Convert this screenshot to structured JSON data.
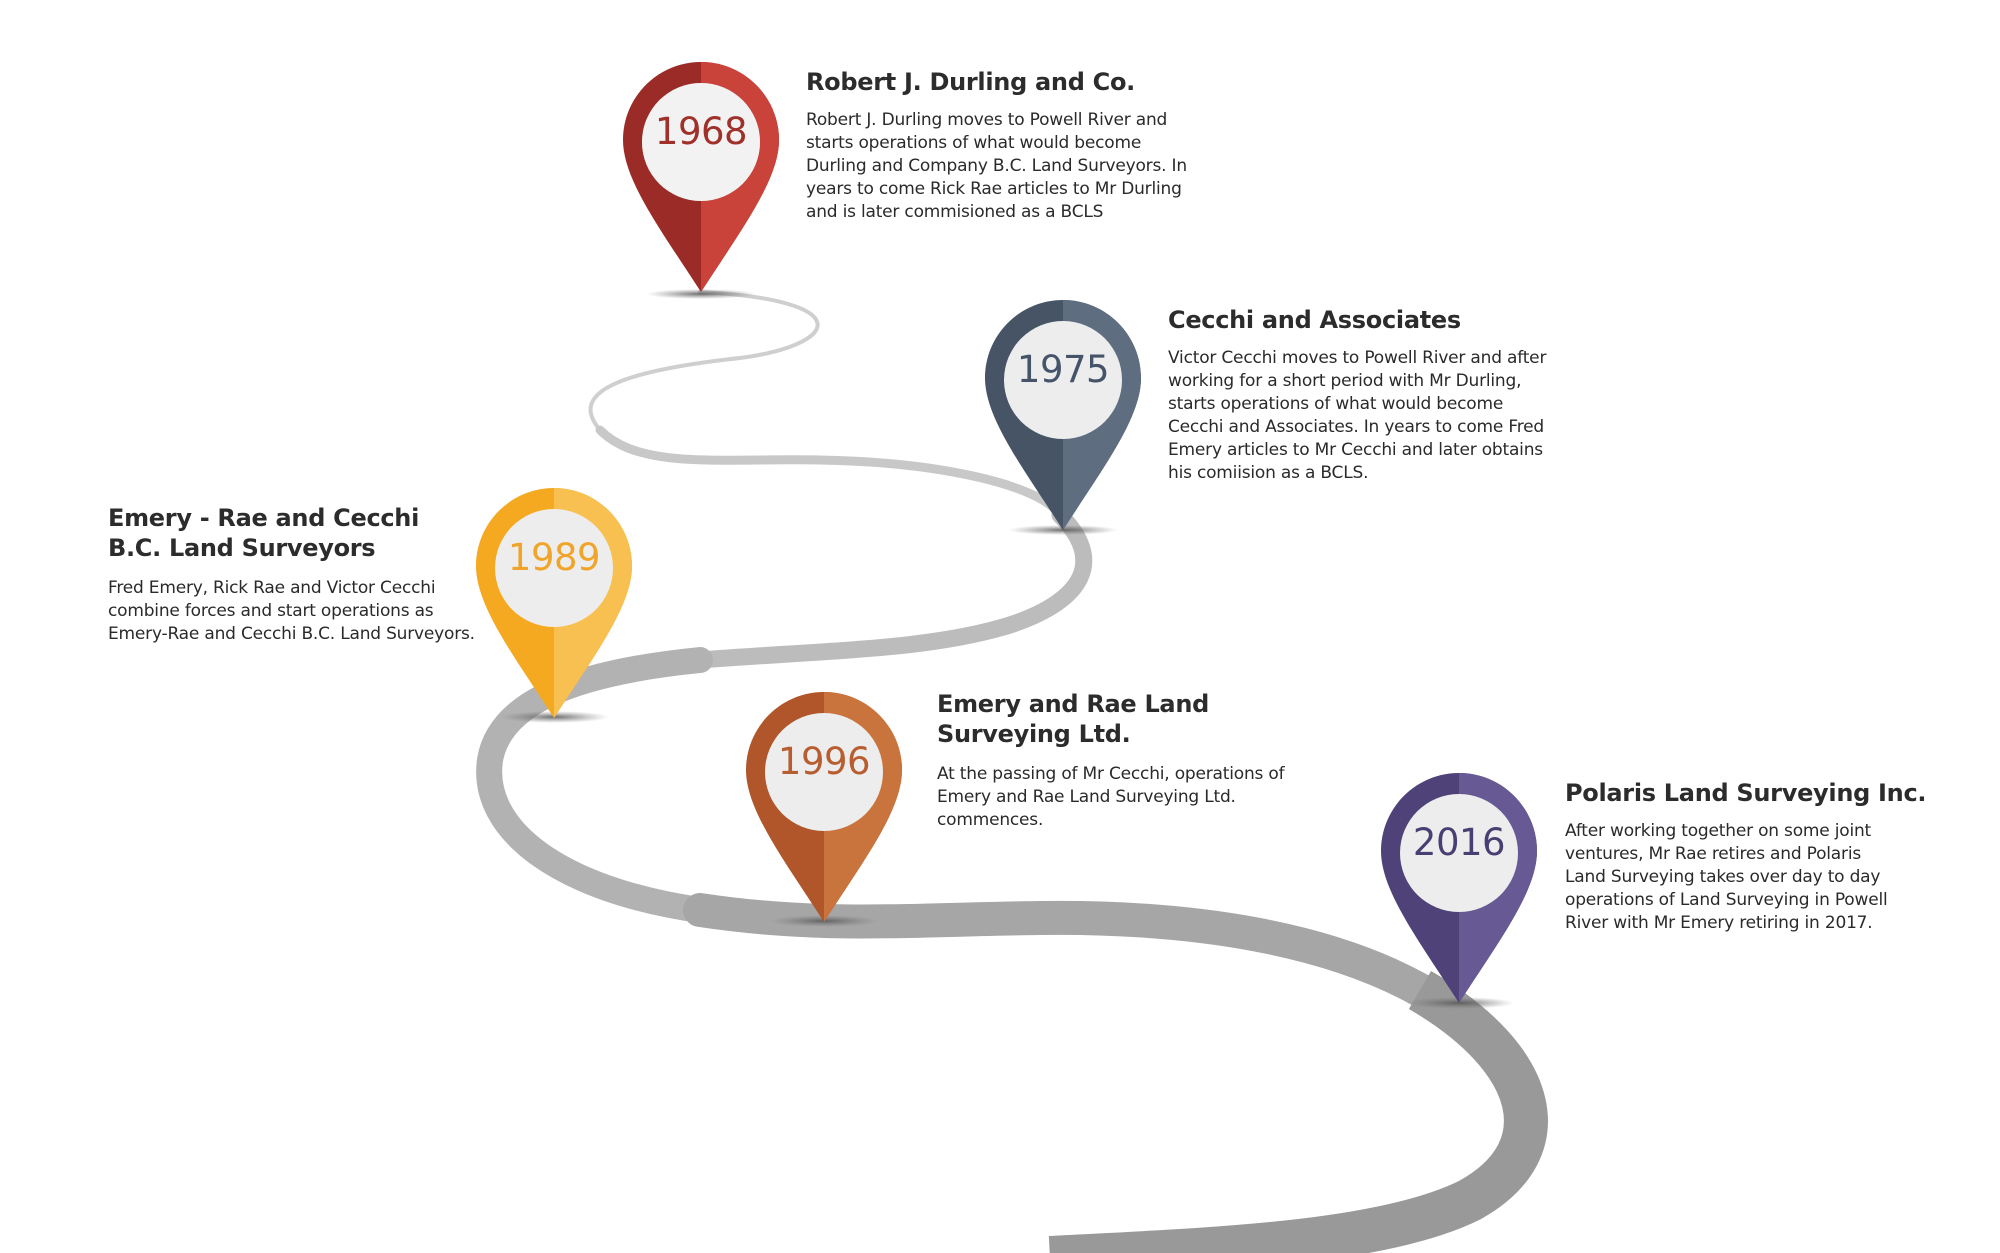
{
  "colors": {
    "road_light": "#cfcfcf",
    "road_dark": "#8f8f8f",
    "text": "#2c2c2c"
  },
  "milestones": [
    {
      "year": "1968",
      "title": "Robert J. Durling and Co.",
      "text": "Robert J. Durling moves to Powell River and starts operations of what would become Durling and Company B.C. Land Surveyors. In years to come Rick Rae articles to Mr Durling and is later commisioned as a BCLS",
      "color_dark": "#9b2b26",
      "color_light": "#c9433a",
      "year_color": "#a0302a",
      "icon": "map-pin-icon"
    },
    {
      "year": "1975",
      "title": "Cecchi and Associates",
      "text": "Victor Cecchi moves to Powell River and after working for a short period with Mr Durling, starts operations of what would become Cecchi and Associates. In years to come Fred Emery articles to Mr Cecchi and later obtains his comiision as a BCLS.",
      "color_dark": "#465466",
      "color_light": "#5f6d80",
      "year_color": "#46546a",
      "icon": "map-pin-icon"
    },
    {
      "year": "1989",
      "title_line1": "Emery - Rae and Cecchi",
      "title_line2": "B.C. Land Surveyors",
      "text": "Fred Emery, Rick Rae and Victor Cecchi combine forces and start operations as Emery-Rae and Cecchi B.C. Land Surveyors.",
      "color_dark": "#f4a921",
      "color_light": "#f8c050",
      "year_color": "#f0a52a",
      "icon": "map-pin-icon"
    },
    {
      "year": "1996",
      "title_line1": "Emery and Rae Land",
      "title_line2": "Surveying Ltd.",
      "text": "At the passing of Mr Cecchi, operations of Emery and Rae Land Surveying Ltd. commences.",
      "color_dark": "#b0562a",
      "color_light": "#c9733d",
      "year_color": "#b85d30",
      "icon": "map-pin-icon"
    },
    {
      "year": "2016",
      "title": "Polaris Land Surveying Inc.",
      "text": "After working together on some joint ventures, Mr Rae retires and Polaris Land Surveying takes over day to day operations of Land Surveying in Powell River with Mr Emery retiring in 2017.",
      "color_dark": "#4e4278",
      "color_light": "#675a94",
      "year_color": "#4a3f72",
      "icon": "map-pin-icon"
    }
  ]
}
